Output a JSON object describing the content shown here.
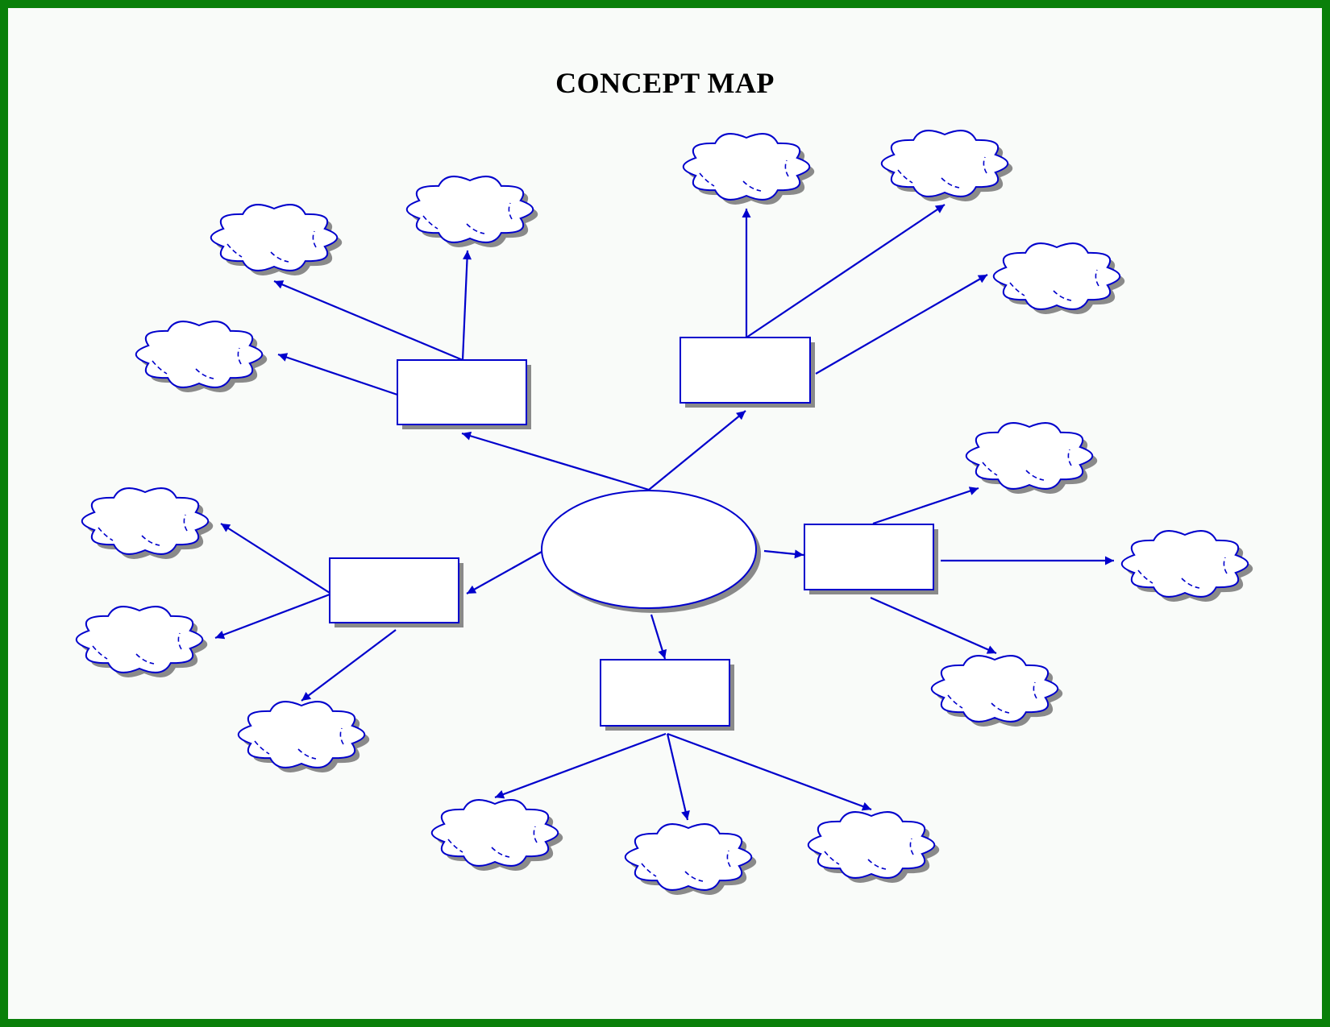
{
  "title": "CONCEPT MAP",
  "colors": {
    "frame": "#0a800a",
    "background": "#f9fbf9",
    "stroke": "#0000cc",
    "fill": "#ffffff",
    "shadow": "#8a8a8a"
  },
  "center": {
    "id": "main-idea",
    "label": ""
  },
  "subtopics": [
    {
      "id": "upper-left",
      "label": "",
      "details": [
        {
          "label": ""
        },
        {
          "label": ""
        },
        {
          "label": ""
        }
      ]
    },
    {
      "id": "upper-right",
      "label": "",
      "details": [
        {
          "label": ""
        },
        {
          "label": ""
        },
        {
          "label": ""
        }
      ]
    },
    {
      "id": "left",
      "label": "",
      "details": [
        {
          "label": ""
        },
        {
          "label": ""
        },
        {
          "label": ""
        }
      ]
    },
    {
      "id": "right",
      "label": "",
      "details": [
        {
          "label": ""
        },
        {
          "label": ""
        },
        {
          "label": ""
        }
      ]
    },
    {
      "id": "bottom",
      "label": "",
      "details": [
        {
          "label": ""
        },
        {
          "label": ""
        },
        {
          "label": ""
        }
      ]
    }
  ]
}
